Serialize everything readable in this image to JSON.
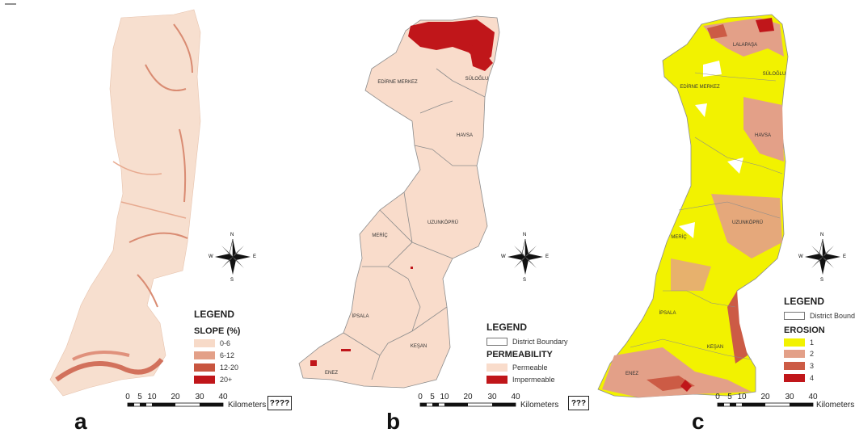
{
  "panels": [
    {
      "letter": "a",
      "legend": {
        "title": "LEGEND",
        "subtitle": "SLOPE (%)",
        "items": [
          {
            "label": "0-6",
            "color": "#f7dac8"
          },
          {
            "label": "6-12",
            "color": "#e3a088"
          },
          {
            "label": "12-20",
            "color": "#c8553f"
          },
          {
            "label": "20+",
            "color": "#c0161a"
          }
        ]
      },
      "scale": {
        "ticks": [
          "0",
          "5",
          "10",
          "20",
          "30",
          "40"
        ],
        "unit": "Kilometers"
      },
      "marker": "????"
    },
    {
      "letter": "b",
      "legend": {
        "title": "LEGEND",
        "boundary": "District Boundary",
        "subtitle": "PERMEABILITY",
        "items": [
          {
            "label": "Permeable",
            "color": "#f9dccb"
          },
          {
            "label": "Impermeable",
            "color": "#c0161a"
          }
        ]
      },
      "districts": [
        "EDİRNE MERKEZ",
        "SÜLOĞLU",
        "HAVSA",
        "UZUNKÖPRÜ",
        "MERİÇ",
        "İPSALA",
        "KEŞAN",
        "ENEZ"
      ],
      "scale": {
        "ticks": [
          "0",
          "5",
          "10",
          "20",
          "30",
          "40"
        ],
        "unit": "Kilometers"
      },
      "marker": "???"
    },
    {
      "letter": "c",
      "legend": {
        "title": "LEGEND",
        "boundary": "District Boundar",
        "subtitle": "EROSION",
        "items": [
          {
            "label": "1",
            "color": "#f2f200"
          },
          {
            "label": "2",
            "color": "#e3a088"
          },
          {
            "label": "3",
            "color": "#cc5b45"
          },
          {
            "label": "4",
            "color": "#c0161a"
          }
        ]
      },
      "districts": [
        "LALAPAŞA",
        "EDİRNE MERKEZ",
        "SÜLOĞLU",
        "HAVSA",
        "UZUNKÖPRÜ",
        "MERİÇ",
        "İPSALA",
        "KEŞAN",
        "ENEZ"
      ],
      "scale": {
        "ticks": [
          "0",
          "5",
          "10",
          "20",
          "30",
          "40"
        ],
        "unit": "Kilometers"
      }
    }
  ],
  "compass": {
    "n": "N",
    "s": "S",
    "e": "E",
    "w": "W"
  }
}
